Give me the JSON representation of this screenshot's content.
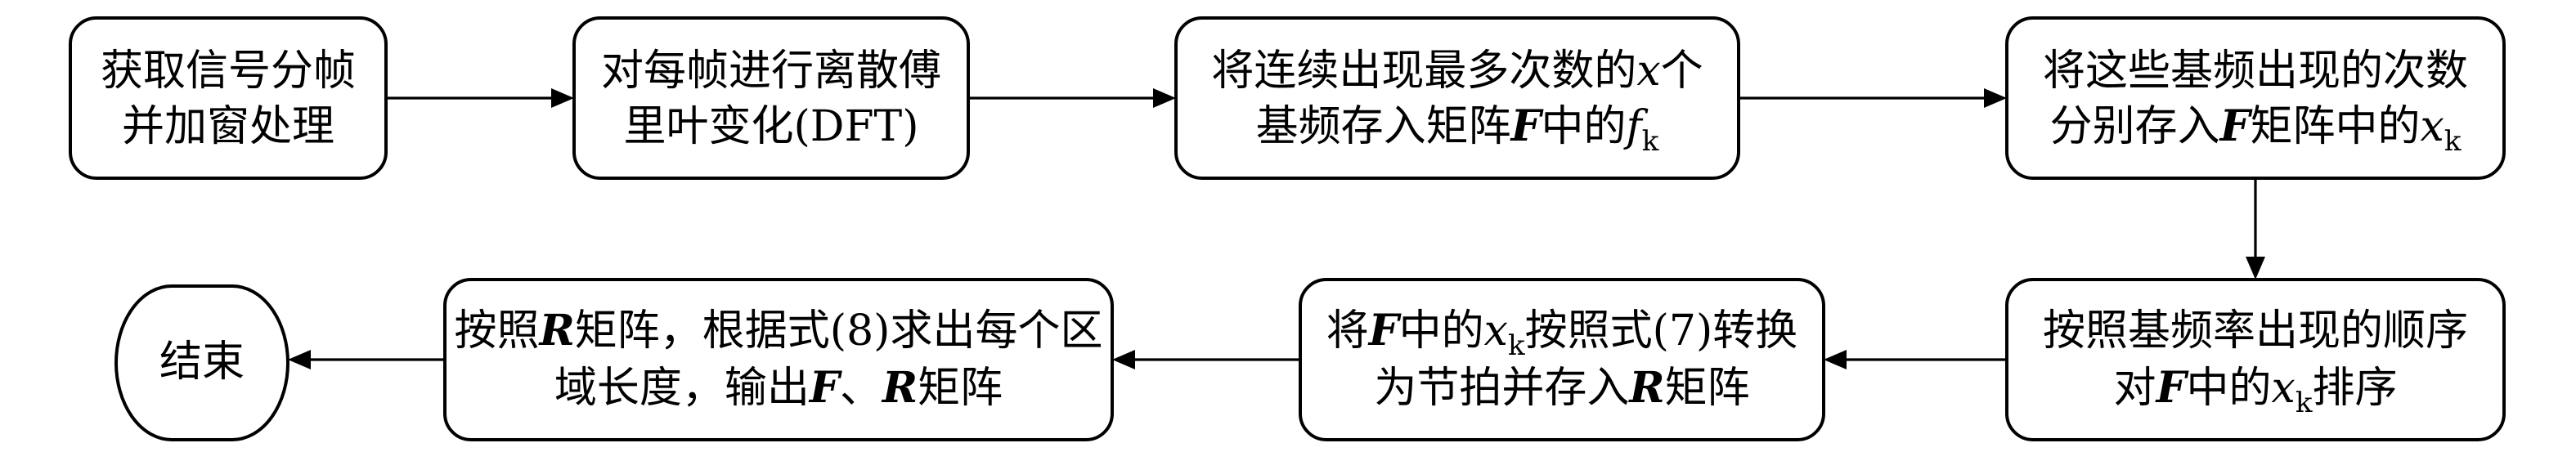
{
  "nodes": {
    "n1": {
      "line1": "获取信号分帧",
      "line2": "并加窗处理"
    },
    "n2": {
      "line1": "对每帧进行离散傅",
      "line2": "里叶变化(DFT)"
    },
    "n3": {
      "line1_a": "将连续出现最多次数的",
      "line1_var": "x",
      "line1_b": "个",
      "line2_a": "基频存入矩阵",
      "line2_var": "F",
      "line2_b": "中的",
      "line2_sym": "f",
      "line2_sub": "k"
    },
    "n4": {
      "line1": "将这些基频出现的次数",
      "line2_a": "分别存入",
      "line2_var": "F",
      "line2_b": "矩阵中的",
      "line2_sym": "x",
      "line2_sub": "k"
    },
    "n5": {
      "line1": "按照基频率出现的顺序",
      "line2_a": "对",
      "line2_var": "F",
      "line2_b": "中的",
      "line2_sym": "x",
      "line2_sub": "k",
      "line2_c": "排序"
    },
    "n6": {
      "line1_a": "将",
      "line1_var": "F",
      "line1_b": "中的",
      "line1_sym": "x",
      "line1_sub": "k",
      "line1_c": "按照式(7)转换",
      "line2_a": "为节拍并存入",
      "line2_var": "R",
      "line2_b": "矩阵"
    },
    "n7": {
      "line1_a": "按照",
      "line1_var": "R",
      "line1_b": "矩阵，根据式(8)求出每个区",
      "line2_a": "域长度，输出",
      "line2_var1": "F",
      "line2_b": "、",
      "line2_var2": "R",
      "line2_c": "矩阵"
    },
    "n8": {
      "label": "结束"
    }
  }
}
